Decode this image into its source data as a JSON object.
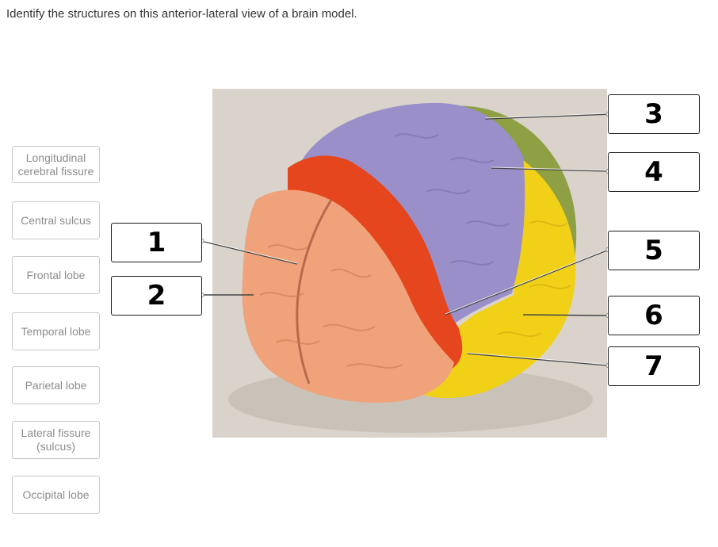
{
  "question": {
    "prompt": "Identify the structures on this anterior-lateral view of a brain model."
  },
  "answer_bank": [
    {
      "id": "longitudinal",
      "label": "Longitudinal\ncerebral fissure"
    },
    {
      "id": "central",
      "label": "Central sulcus"
    },
    {
      "id": "frontal",
      "label": "Frontal lobe"
    },
    {
      "id": "temporal",
      "label": "Temporal lobe"
    },
    {
      "id": "parietal",
      "label": "Parietal lobe"
    },
    {
      "id": "lateral",
      "label": "Lateral fissure\n(sulcus)"
    },
    {
      "id": "occipital",
      "label": "Occipital lobe"
    }
  ],
  "targets": [
    {
      "number": "1"
    },
    {
      "number": "2"
    },
    {
      "number": "3"
    },
    {
      "number": "4"
    },
    {
      "number": "5"
    },
    {
      "number": "6"
    },
    {
      "number": "7"
    }
  ],
  "colors": {
    "frontal": "#f0a37a",
    "precentral": "#e5461d",
    "parietal": "#9a8fc9",
    "occipital": "#8fa044",
    "temporal": "#f1d118",
    "background": "#d9d3cc"
  }
}
